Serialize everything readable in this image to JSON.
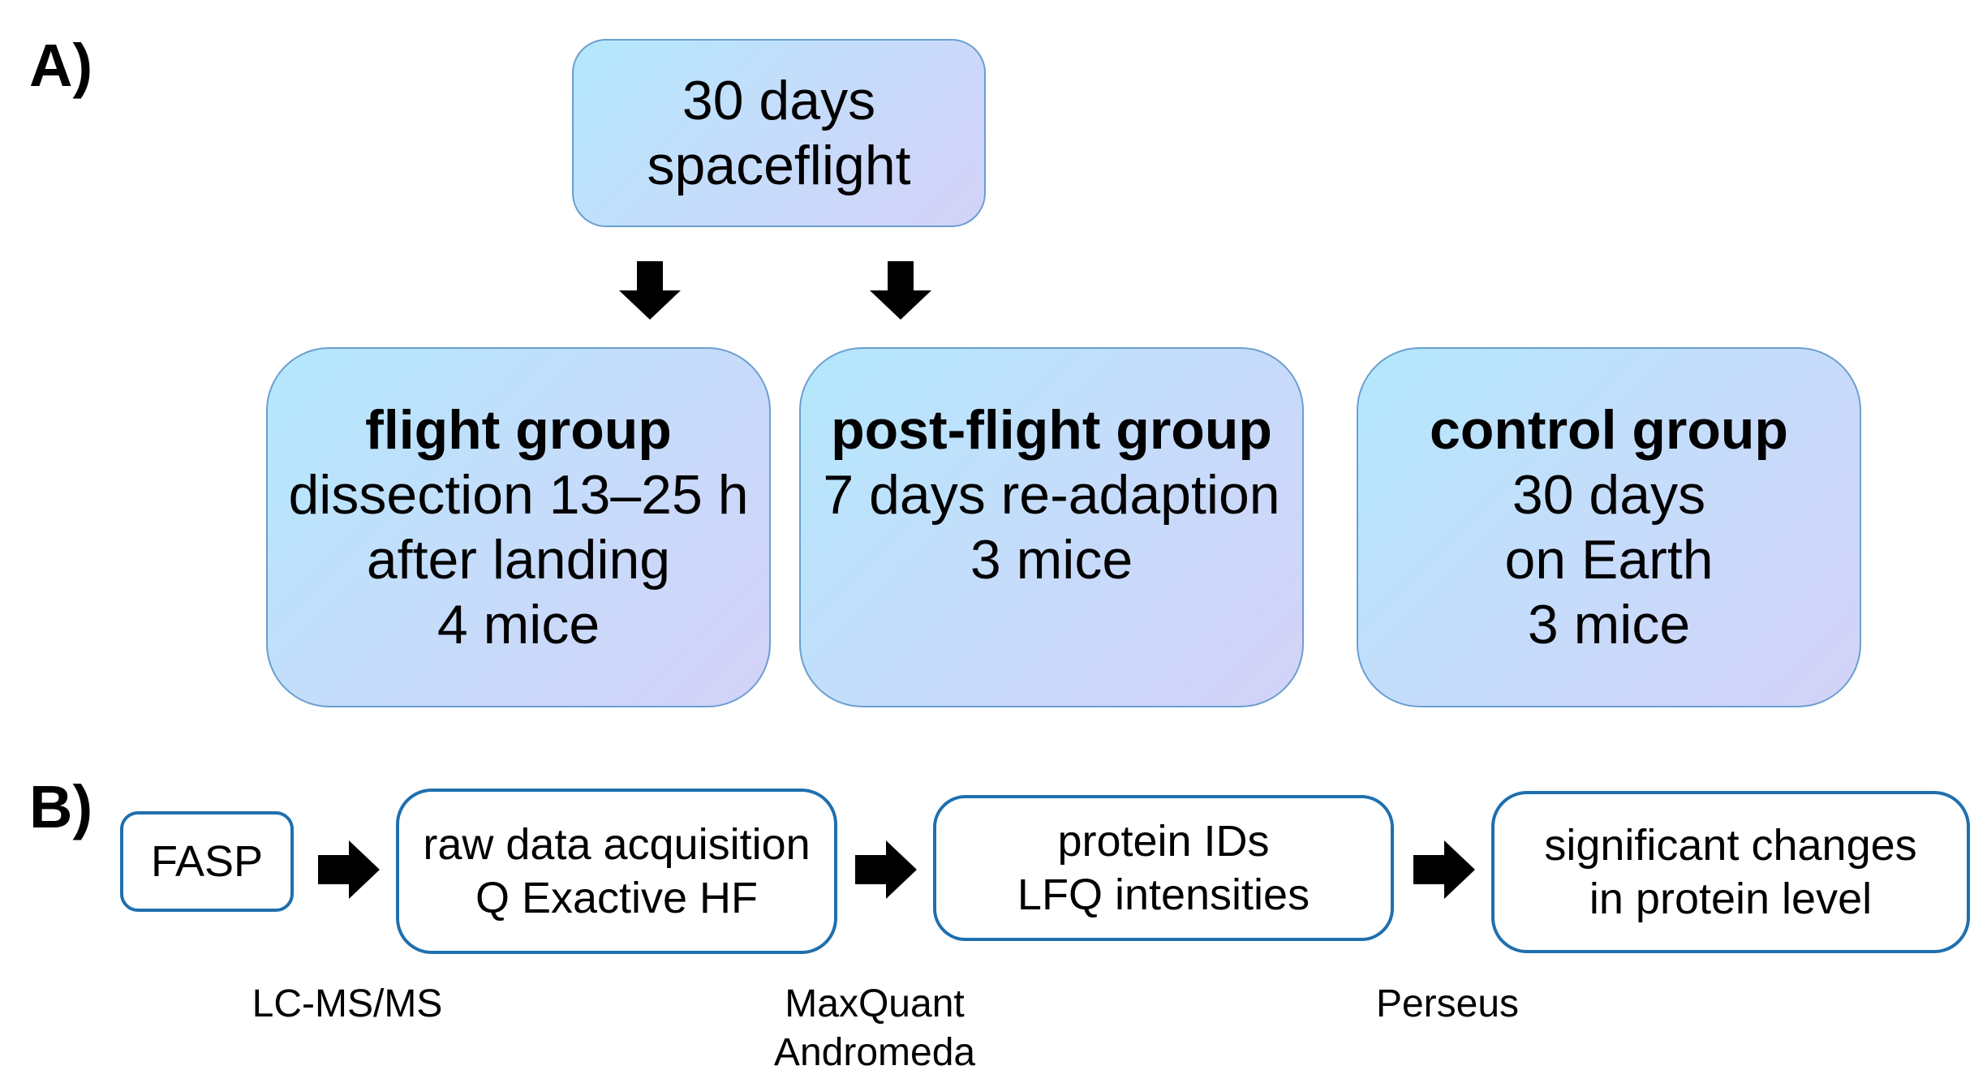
{
  "panel_a": {
    "label": "A)",
    "source": {
      "line1": "30 days",
      "line2": "spaceflight"
    },
    "groups": [
      {
        "title": "flight group",
        "lines": [
          "dissection 13–25 h",
          "after landing",
          "4 mice"
        ]
      },
      {
        "title": "post-flight group",
        "lines": [
          "7 days re-adaption",
          "3 mice"
        ]
      },
      {
        "title": "control group",
        "lines": [
          "30 days",
          "on Earth",
          "3 mice"
        ]
      }
    ]
  },
  "panel_b": {
    "label": "B)",
    "steps": [
      {
        "lines": [
          "FASP"
        ]
      },
      {
        "lines": [
          "raw data acquisition",
          "Q Exactive HF"
        ]
      },
      {
        "lines": [
          "protein IDs",
          "LFQ intensities"
        ]
      },
      {
        "lines": [
          "significant changes",
          "in protein level"
        ]
      }
    ],
    "tools": [
      {
        "lines": [
          "LC-MS/MS"
        ]
      },
      {
        "lines": [
          "MaxQuant",
          "Andromeda"
        ]
      },
      {
        "lines": [
          "Perseus"
        ]
      }
    ]
  },
  "colors": {
    "box_gradient_start": "#b3e8fc",
    "box_gradient_end": "#d4d2f8",
    "box_border": "#6b9fd0",
    "flow_border": "#1f6fae",
    "arrow": "#000000"
  }
}
